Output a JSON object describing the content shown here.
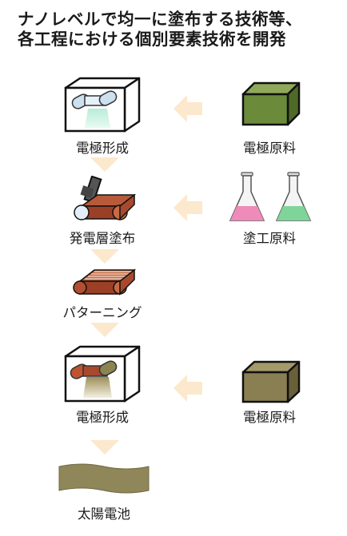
{
  "title": {
    "line1": "ナノレベルで均一に塗布する技術等、",
    "line2": "各工程における個別要素技術を開発"
  },
  "process": {
    "step1": "電極形成",
    "step2": "発電層塗布",
    "step3": "パターニング",
    "step4": "電極形成",
    "step5": "太陽電池"
  },
  "materials": {
    "m1": "電極原料",
    "m2": "塗工原料",
    "m3": "電極原料"
  },
  "colors": {
    "arrow": "#fce8cc",
    "green_cube": "#6b8a3a",
    "olive_cube": "#8a7f52",
    "belt": "#b85a3a",
    "solar": "#8f8659"
  }
}
